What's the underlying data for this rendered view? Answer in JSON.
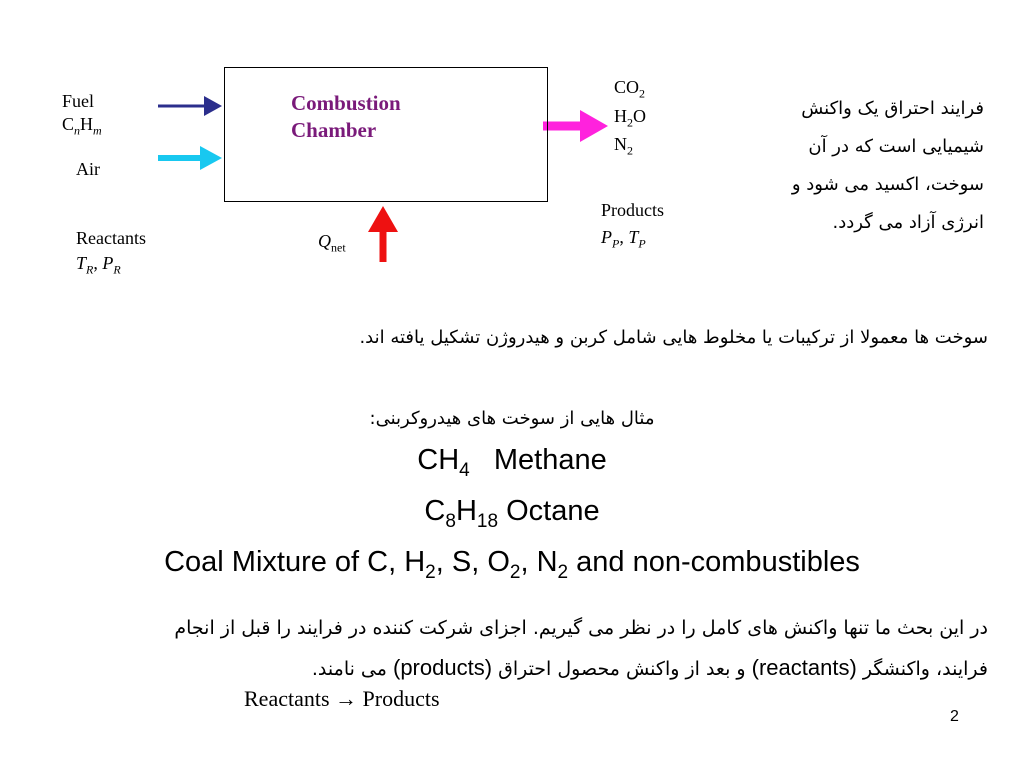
{
  "diagram": {
    "fuel_label": "Fuel",
    "fuel_formula": {
      "c": "C",
      "n": "n",
      "h": "H",
      "m": "m"
    },
    "air_label": "Air",
    "chamber_line1": "Combustion",
    "chamber_line2": "Chamber",
    "products_formulas": [
      {
        "base": "CO",
        "sub": "2"
      },
      {
        "base": "H",
        "sub": "2",
        "tail": "O"
      },
      {
        "base": "N",
        "sub": "2"
      }
    ],
    "products_label": "Products",
    "products_vars": {
      "p": "P",
      "p_sub": "P",
      "t": "T",
      "t_sub": "P",
      "sep": ", "
    },
    "reactants_label": "Reactants",
    "reactants_vars": {
      "t": "T",
      "t_sub": "R",
      "p": "P",
      "p_sub": "R",
      "sep": ", "
    },
    "q_label": "Q",
    "q_sub": "net",
    "colors": {
      "fuel_arrow": "#2b2e8c",
      "air_arrow": "#18c8f0",
      "product_arrow": "#ff22dd",
      "heat_arrow": "#ee1111",
      "chamber_title": "#7a1a7a"
    }
  },
  "side_text": [
    "فرایند احتراق یک واکنش",
    "شیمیایی است که در آن",
    "سوخت، اکسید می شود و",
    "انرژی آزاد می گردد."
  ],
  "line2": "سوخت ها معمولا از ترکیبات یا مخلوط هایی شامل کربن و هیدروژن تشکیل یافته اند.",
  "examples_title": "مثال هایی از سوخت های هیدروکربنی:",
  "examples": {
    "methane": {
      "formula": "CH",
      "sub": "4",
      "name": "Methane"
    },
    "octane": {
      "c": "C",
      "c_sub": "8",
      "h": "H",
      "h_sub": "18",
      "name": "Octane"
    },
    "coal": {
      "name": "Coal",
      "text_a": "Mixture of C, H",
      "sub_a": "2",
      "text_b": ", S, O",
      "sub_b": "2",
      "text_c": ", N",
      "sub_c": "2",
      "text_d": " and non-combustibles"
    }
  },
  "paragraph": {
    "line1": "در این بحث ما تنها واکنش های کامل را در نظر می گیریم. اجزای شرکت کننده در فرایند را قبل از انجام",
    "part_a": "فرایند، واکنشگر ",
    "reactants_en": "(reactants)",
    "part_b": " و بعد از واکنش محصول احتراق ",
    "products_en": "(products)",
    "part_c": " می نامند."
  },
  "reactants_products": {
    "left": "Reactants",
    "arrow": "→",
    "right": "Products"
  },
  "page_number": "2"
}
